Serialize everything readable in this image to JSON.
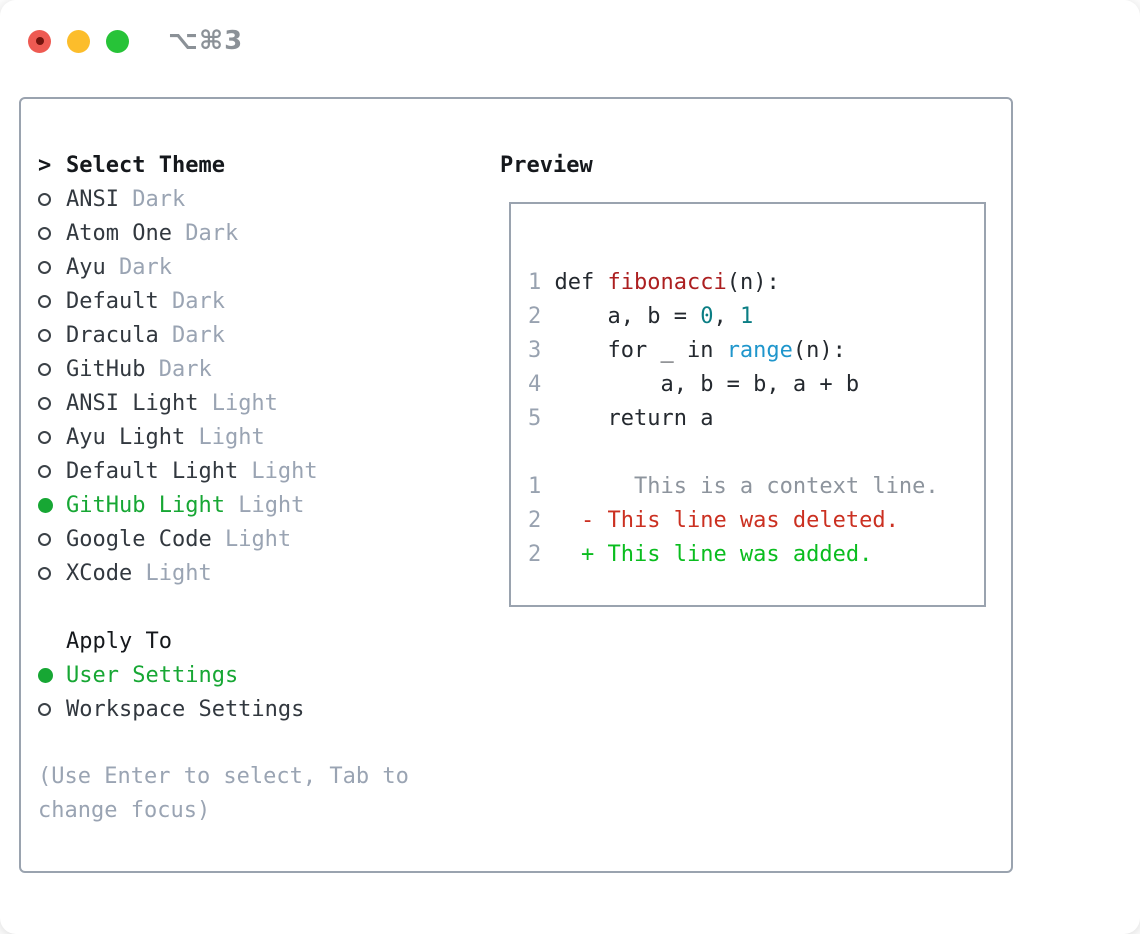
{
  "window": {
    "title": "⌥⌘3",
    "traffic_lights": [
      "close",
      "minimize",
      "zoom"
    ]
  },
  "theme_panel": {
    "header_marker": ">",
    "header": "Select Theme",
    "themes": [
      {
        "name": "ANSI",
        "variant": "Dark",
        "selected": false
      },
      {
        "name": "Atom One",
        "variant": "Dark",
        "selected": false
      },
      {
        "name": "Ayu",
        "variant": "Dark",
        "selected": false
      },
      {
        "name": "Default",
        "variant": "Dark",
        "selected": false
      },
      {
        "name": "Dracula",
        "variant": "Dark",
        "selected": false
      },
      {
        "name": "GitHub",
        "variant": "Dark",
        "selected": false
      },
      {
        "name": "ANSI Light",
        "variant": "Light",
        "selected": false
      },
      {
        "name": "Ayu Light",
        "variant": "Light",
        "selected": false
      },
      {
        "name": "Default Light",
        "variant": "Light",
        "selected": false
      },
      {
        "name": "GitHub Light",
        "variant": "Light",
        "selected": true
      },
      {
        "name": "Google Code",
        "variant": "Light",
        "selected": false
      },
      {
        "name": "XCode",
        "variant": "Light",
        "selected": false
      }
    ],
    "apply_to": {
      "header": "Apply To",
      "options": [
        {
          "name": "User Settings",
          "selected": true
        },
        {
          "name": "Workspace Settings",
          "selected": false
        }
      ]
    },
    "hint_lines": [
      "(Use Enter to select, Tab to",
      "change focus)"
    ]
  },
  "preview": {
    "header": "Preview",
    "lines": [
      {
        "num": "1",
        "tokens": [
          [
            "plain",
            "def "
          ],
          [
            "func",
            "fibonacci"
          ],
          [
            "plain",
            "(n):"
          ]
        ]
      },
      {
        "num": "2",
        "tokens": [
          [
            "plain",
            "    a, b = "
          ],
          [
            "num",
            "0"
          ],
          [
            "plain",
            ", "
          ],
          [
            "num",
            "1"
          ]
        ]
      },
      {
        "num": "3",
        "tokens": [
          [
            "plain",
            "    for _ in "
          ],
          [
            "builtin",
            "range"
          ],
          [
            "plain",
            "(n):"
          ]
        ]
      },
      {
        "num": "4",
        "tokens": [
          [
            "plain",
            "        a, b = b, a + b"
          ]
        ]
      },
      {
        "num": "5",
        "tokens": [
          [
            "plain",
            "    return a"
          ]
        ]
      },
      {
        "num": "",
        "tokens": []
      },
      {
        "num": "1",
        "tokens": [
          [
            "ctx",
            "      This is a context line."
          ]
        ]
      },
      {
        "num": "2",
        "tokens": [
          [
            "del",
            "  - This line was deleted."
          ]
        ]
      },
      {
        "num": "2",
        "tokens": [
          [
            "add",
            "  + This line was added."
          ]
        ]
      }
    ]
  },
  "colors": {
    "accent_green": "#17a734",
    "ink": "#15181c",
    "label": "#32383f",
    "muted": "#9aa4b3",
    "ring": "#3c4248",
    "box_border": "#9aa3af",
    "title_gray": "#8b9197",
    "line_num": "#98a2b0",
    "code_ink": "#24292f",
    "code_func": "#ac1f20",
    "code_number": "#0b7e84",
    "code_builtin": "#1f96cc",
    "diff_ctx": "#8d949d",
    "diff_del": "#cb3021",
    "diff_add": "#0abd1f",
    "tl_red": "#ee5a52",
    "tl_red_dot": "#73140d",
    "tl_yellow": "#fcbd2b",
    "tl_green": "#27c338"
  }
}
